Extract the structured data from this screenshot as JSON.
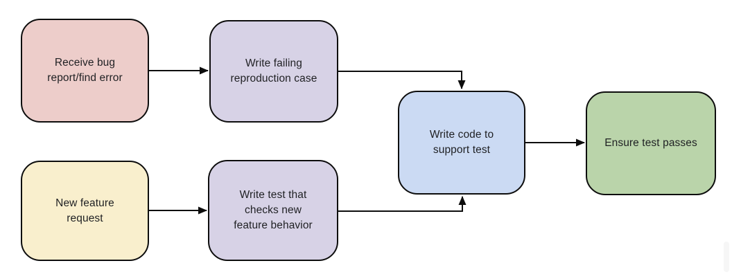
{
  "diagram": {
    "type": "flowchart",
    "background_color": "#ffffff",
    "stroke_color": "#0d0d0d",
    "text_color": "#1f2023",
    "nodes": [
      {
        "id": "receive-bug-report",
        "label": "Receive bug\nreport/find error",
        "fill": "#edcdca"
      },
      {
        "id": "write-failing-repro",
        "label": "Write failing\nreproduction case",
        "fill": "#d7d2e6"
      },
      {
        "id": "new-feature-request",
        "label": "New feature\nrequest",
        "fill": "#f9efcd"
      },
      {
        "id": "write-test-checks",
        "label": "Write test that\nchecks new\nfeature behavior",
        "fill": "#d7d2e6"
      },
      {
        "id": "write-code-support",
        "label": "Write code to\nsupport test",
        "fill": "#cbdaf3"
      },
      {
        "id": "ensure-test-passes",
        "label": "Ensure test passes",
        "fill": "#bad4aa"
      }
    ],
    "edges": [
      {
        "from": "receive-bug-report",
        "to": "write-failing-repro"
      },
      {
        "from": "write-failing-repro",
        "to": "write-code-support"
      },
      {
        "from": "new-feature-request",
        "to": "write-test-checks"
      },
      {
        "from": "write-test-checks",
        "to": "write-code-support"
      },
      {
        "from": "write-code-support",
        "to": "ensure-test-passes"
      }
    ]
  }
}
